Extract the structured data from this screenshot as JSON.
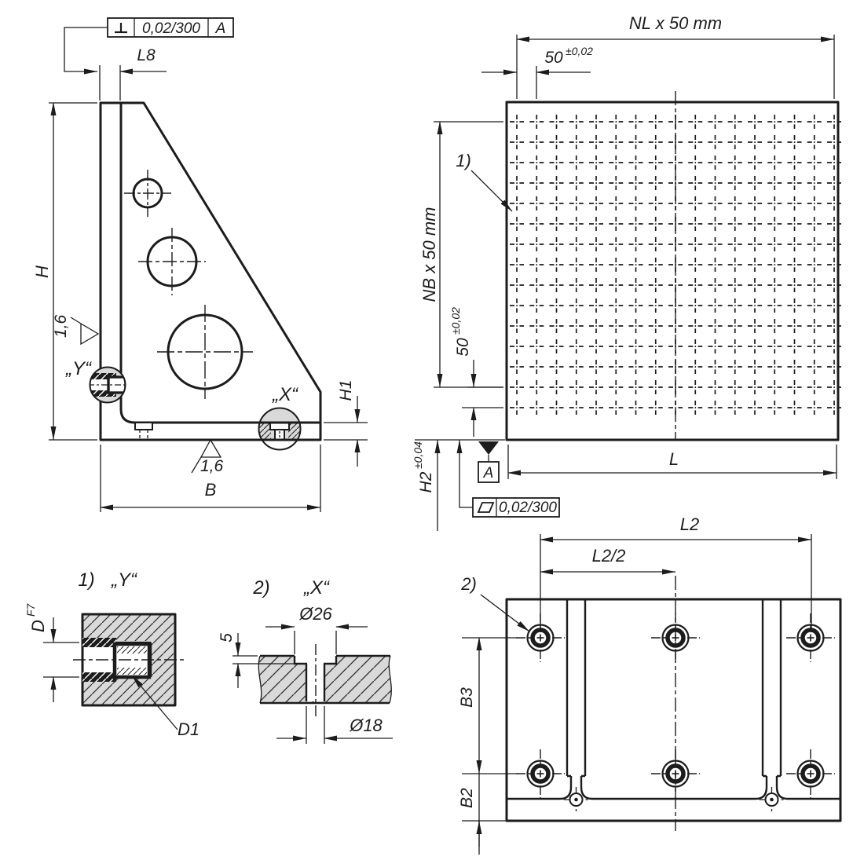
{
  "side": {
    "fcf": {
      "sym": "⊥",
      "tol": "0,02/300",
      "datum": "A"
    },
    "L8": "L8",
    "H": "H",
    "B": "B",
    "H1": "H1",
    "ra_left": "1,6",
    "ra_bottom": "1,6",
    "label_y": "„Y“",
    "label_x": "„X“"
  },
  "front": {
    "NL": "NL x 50 mm",
    "NB": "NB x 50 mm",
    "fifty_h": "50",
    "fifty_h_tol": "±0,02",
    "fifty_v": "50",
    "fifty_v_tol": "±0,02",
    "L": "L",
    "H2": "H2",
    "H2_tol": "±0,04",
    "note1": "1)",
    "datum": "A",
    "flat_tol": "0,02/300"
  },
  "bottom": {
    "L2": "L2",
    "L2_half": "L2/2",
    "B3": "B3",
    "B2": "B2",
    "note2": "2)"
  },
  "detailY": {
    "note": "1)",
    "title": "„Y“",
    "D": "D",
    "D_tol": "F7",
    "D1": "D1"
  },
  "detailX": {
    "note": "2)",
    "title": "„X“",
    "d26": "Ø26",
    "depth": "5",
    "d18": "Ø18"
  },
  "grid": {
    "cols": 17,
    "rows": 15
  },
  "colors": {
    "part_fill": "#d9d9d9",
    "line": "#1c1c1c"
  }
}
